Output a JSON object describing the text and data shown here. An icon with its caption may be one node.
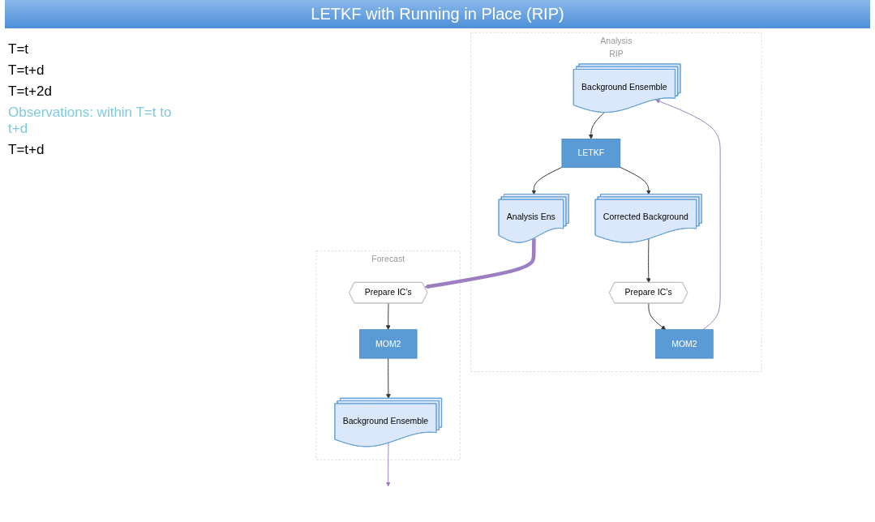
{
  "diagram": {
    "title": "LETKF with Running in Place (RIP)",
    "nodes": [
      {
        "text": [
          "Analysis",
          "RIP"
        ]
      },
      {
        "text": [
          "Background Ensemble"
        ],
        "in": 0
      },
      {
        "text": [
          "LETKF"
        ],
        "in": 0
      },
      {
        "text": [
          "Corrected Background"
        ],
        "in": 0
      },
      {
        "text": [
          "Analysis Ens"
        ],
        "in": 0
      },
      {
        "text": [
          "Prepare IC’s"
        ],
        "in": 0
      },
      {
        "text": [
          "MOM2"
        ],
        "in": 0
      },
      {
        "text": [
          "Forecast"
        ]
      },
      {
        "text": [
          "Prepare IC’s"
        ],
        "in": 7
      },
      {
        "text": [
          "MOM2"
        ],
        "in": 7
      },
      {
        "text": [
          "Background Ensemble"
        ],
        "in": 7
      }
    ],
    "edges": [
      {
        "from": 1,
        "to": 2,
        "arrow": "to"
      },
      {
        "from": 2,
        "to": 3,
        "arrow": "to"
      },
      {
        "from": 2,
        "to": 4,
        "arrow": "to"
      },
      {
        "from": 3,
        "to": 5,
        "arrow": "to"
      },
      {
        "from": 5,
        "to": 6,
        "arrow": "to"
      },
      {
        "from": 6,
        "to": 1,
        "arrow": "to",
        "color": "#9b7fc0"
      },
      {
        "from": 4,
        "to": 8,
        "arrow": "to",
        "color": "#9b7fc0",
        "style": "thick"
      },
      {
        "from": 8,
        "to": 9,
        "arrow": "to"
      },
      {
        "from": 9,
        "to": 10,
        "arrow": "to"
      },
      {
        "from": 10,
        "to": null,
        "arrow": "to",
        "color": "#9b7fc0"
      }
    ],
    "labels": [
      "T=t",
      "T=t+d",
      "T=t+2d",
      "Observations: within T=t to t+d",
      "T=t+d"
    ]
  }
}
